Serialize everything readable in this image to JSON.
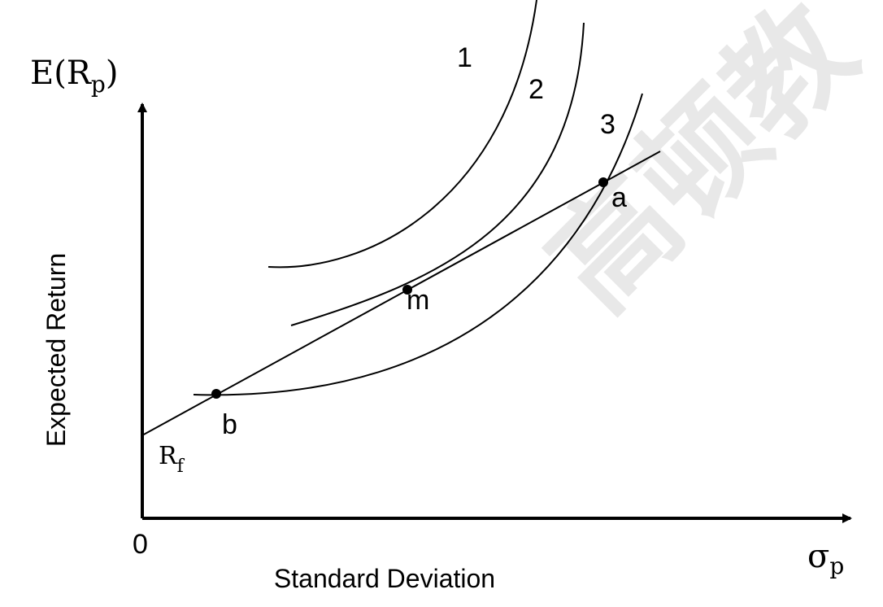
{
  "axes": {
    "y_label": "Expected Return",
    "y_symbol_main": "E(R",
    "y_symbol_sub": "p",
    "y_symbol_close": ")",
    "x_label": "Standard Deviation",
    "x_symbol_main": "σ",
    "x_symbol_sub": "p",
    "origin": "0"
  },
  "curves": [
    {
      "label": "1"
    },
    {
      "label": "2"
    },
    {
      "label": "3"
    }
  ],
  "intercept": {
    "main": "R",
    "sub": "f"
  },
  "points": [
    {
      "label": "b"
    },
    {
      "label": "m"
    },
    {
      "label": "a"
    }
  ],
  "watermark": "高顿教育",
  "colors": {
    "ink": "#000000",
    "watermark": "#e6e6e6"
  }
}
